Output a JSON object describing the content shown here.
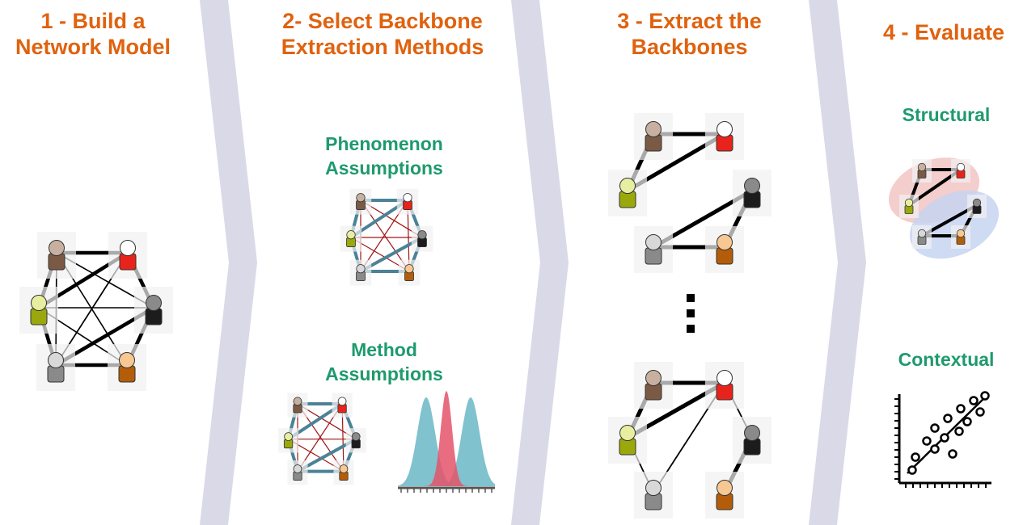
{
  "colors": {
    "title": "#e0620e",
    "subtitle": "#1e9a6e",
    "arrow": "#d9d9e8",
    "edge": "#000000",
    "edge_teal": "#4b8296",
    "edge_red": "#a01414",
    "curve_teal": "#6ab7c6",
    "curve_red": "#e4536a",
    "group_red": "#f2c4c4",
    "group_blue": "#c7d3f1"
  },
  "steps": [
    {
      "title_lines": [
        "1 - Build a",
        "Network Model"
      ]
    },
    {
      "title_lines": [
        "2- Select Backbone",
        "Extraction Methods"
      ],
      "sections": [
        {
          "label_lines": [
            "Phenomenon",
            "Assumptions"
          ]
        },
        {
          "label_lines": [
            "Method",
            "Assumptions"
          ]
        }
      ]
    },
    {
      "title_lines": [
        "3 - Extract the",
        "Backbones"
      ]
    },
    {
      "title_lines": [
        "4 - Evaluate"
      ],
      "sections": [
        {
          "label_lines": [
            "Structural"
          ]
        },
        {
          "label_lines": [
            "Contextual"
          ]
        }
      ]
    }
  ],
  "people": [
    {
      "name": "brown",
      "color": "#7a5a45",
      "head": "#c8b0a0"
    },
    {
      "name": "red",
      "color": "#e8231b",
      "head": "#ffffff"
    },
    {
      "name": "olive",
      "color": "#9aa80c",
      "head": "#e8eea0"
    },
    {
      "name": "black",
      "color": "#1c1c1c",
      "head": "#8a8a8a"
    },
    {
      "name": "gray",
      "color": "#8a8a8a",
      "head": "#d8d8d8"
    },
    {
      "name": "orange",
      "color": "#b35d0a",
      "head": "#f7c892"
    }
  ],
  "icons": {
    "person": "person-icon",
    "ellipsis": "vertical-ellipsis-icon",
    "distribution": "distribution-curves-icon",
    "scatter": "scatter-plot-icon"
  }
}
